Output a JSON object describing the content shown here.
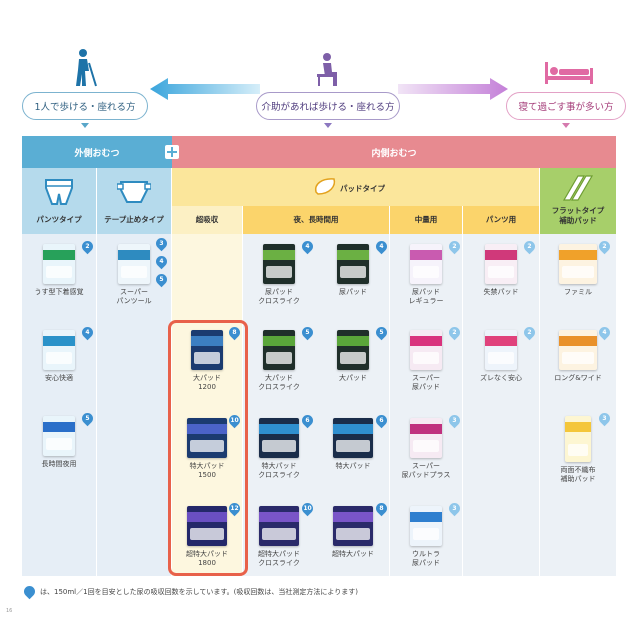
{
  "top": {
    "left_label": "1人で歩ける・座れる方",
    "center_label": "介助があれば歩ける・座れる方",
    "right_label": "寝て過ごす事が多い方"
  },
  "bands": {
    "outer": "外側おむつ",
    "inner": "内側おむつ"
  },
  "categories": {
    "pants": "パンツタイプ",
    "tape": "テープ止めタイプ",
    "pad": "パッドタイプ",
    "flat": "フラットタイプ\n補助パッド"
  },
  "subcategories": {
    "super": "超吸収",
    "night": "夜、長時間用",
    "mid": "中量用",
    "pants_use": "パンツ用"
  },
  "products": {
    "p1": {
      "name": "うす型下着感覚",
      "drops": "2"
    },
    "p2": {
      "name": "安心快適",
      "drops": "4"
    },
    "p3": {
      "name": "長時間夜用",
      "drops": "5"
    },
    "t1": {
      "name": "スーパー\nパンツール",
      "drops": [
        "3",
        "4",
        "5"
      ]
    },
    "s1": {
      "name": "大パッド\n1200",
      "drops": "8"
    },
    "s2": {
      "name": "特大パッド\n1500",
      "drops": "10"
    },
    "s3": {
      "name": "超特大パッド\n1800",
      "drops": "12"
    },
    "n1": {
      "name": "尿パッド\nクロスライク",
      "drops": "4"
    },
    "n2": {
      "name": "尿パッド",
      "drops": "4"
    },
    "n3": {
      "name": "大パッド\nクロスライク",
      "drops": "5"
    },
    "n4": {
      "name": "大パッド",
      "drops": "5"
    },
    "n5": {
      "name": "特大パッド\nクロスライク",
      "drops": "6"
    },
    "n6": {
      "name": "特大パッド",
      "drops": "6"
    },
    "n7": {
      "name": "超特大パッド\nクロスライク",
      "drops": "10"
    },
    "n8": {
      "name": "超特大パッド",
      "drops": "8"
    },
    "m1": {
      "name": "尿パッド\nレギュラー",
      "drops": "2"
    },
    "m2": {
      "name": "スーパー\n尿パッド",
      "drops": "2"
    },
    "m3": {
      "name": "スーパー\n尿パッドプラス",
      "drops": "3"
    },
    "m4": {
      "name": "ウルトラ\n尿パッド",
      "drops": "3"
    },
    "u1": {
      "name": "失禁パッド",
      "drops": "2"
    },
    "u2": {
      "name": "ズレなく安心",
      "drops": "2"
    },
    "f1": {
      "name": "ファミル",
      "drops": "2"
    },
    "f2": {
      "name": "ロング&ワイド",
      "drops": "4"
    },
    "f3": {
      "name": "両面不織布\n補助パッド",
      "drops": "3"
    }
  },
  "footnote": "は、150ml／1回を目安とした尿の吸収回数を示しています。(吸収回数は、当社測定方法によります)",
  "page_number": "16",
  "colors": {
    "outer_band": "#5aaed4",
    "inner_band": "#e78a90",
    "flat_band": "#a7cf6a",
    "pad_band": "#fbd46b",
    "highlight": "#e8614a",
    "drop": "#3b8fd0"
  }
}
